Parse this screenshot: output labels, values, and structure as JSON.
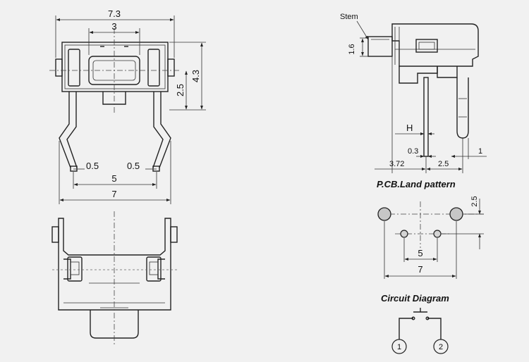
{
  "front_view": {
    "dim_width_total": "7.3",
    "dim_actuator_width": "3",
    "dim_height": "4.3",
    "dim_center_height": "2.5",
    "dim_lead_left": "0.5",
    "dim_lead_right": "0.5",
    "dim_lead_pitch": "5",
    "dim_lead_span": "7"
  },
  "side_view": {
    "stem_label": "Stem",
    "dim_stem_height": "1.6",
    "dim_h_label": "H",
    "dim_lead_thickness": "0.3",
    "dim_lead_tip": "1",
    "dim_body_offset": "3.72",
    "dim_tab_pitch": "2.5"
  },
  "land_pattern": {
    "title": "P.CB.Land pattern",
    "dim_row_offset": "2.5",
    "dim_inner_pitch": "5",
    "dim_outer_pitch": "7"
  },
  "circuit": {
    "title": "Circuit Diagram",
    "pin1_label": "1",
    "pin2_label": "2"
  }
}
